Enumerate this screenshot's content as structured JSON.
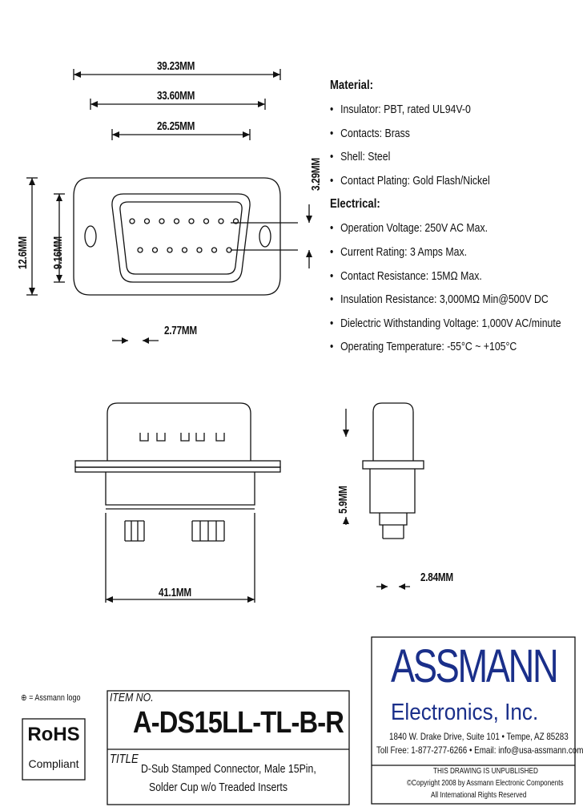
{
  "dimensions": {
    "overall_width": "39.23MM",
    "mounting_hole_pitch": "33.60MM",
    "shell_width": "26.25MM",
    "flange_height": "12.6MM",
    "shell_height": "9.16MM",
    "row_offset": "3.29MM",
    "pin_pitch": "2.77MM",
    "cup_length": "41.1MM",
    "side_depth": "5.9MM",
    "row_spacing": "2.84MM"
  },
  "specs": {
    "material_heading": "Material:",
    "material": [
      "Insulator: PBT, rated UL94V-0",
      "Contacts: Brass",
      "Shell: Steel",
      "Contact Plating: Gold Flash/Nickel"
    ],
    "electrical_heading": "Electrical:",
    "electrical": [
      "Operation Voltage: 250V AC Max.",
      "Current Rating: 3 Amps Max.",
      "Contact Resistance: 15MΩ Max.",
      "Insulation Resistance: 3,000MΩ Min@500V DC",
      "Dielectric Withstanding Voltage: 1,000V AC/minute",
      "Operating Temperature: -55°C ~ +105°C"
    ],
    "bullet": "•"
  },
  "legend": {
    "symbol": "⊕",
    "text": "= Assmann logo"
  },
  "rohs": {
    "title": "RoHS",
    "subtitle": "Compliant"
  },
  "title_block": {
    "item_label": "ITEM NO.",
    "item_no": "A-DS15LL-TL-B-R",
    "title_label": "TITLE",
    "title_line1": "D-Sub Stamped Connector, Male 15Pin,",
    "title_line2": "Solder Cup w/o Treaded Inserts"
  },
  "company": {
    "brand": "ASSMANN",
    "name": "Electronics, Inc.",
    "address": "1840 W. Drake Drive, Suite 101 • Tempe, AZ 85283",
    "contact": "Toll Free: 1-877-277-6266 • Email: info@usa-assmann.com",
    "notice": "THIS DRAWING IS UNPUBLISHED",
    "copyright": "©Copyright 2008 by Assmann Electronic Components",
    "rights": "All International Rights Reserved"
  }
}
